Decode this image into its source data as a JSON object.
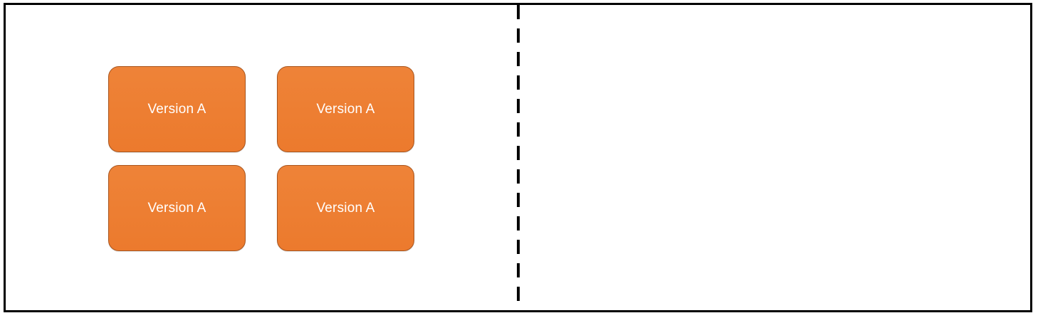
{
  "canvas": {
    "description": "slide canvas split by a vertical dashed divider; left half contains a 2x2 grid of orange rounded-rectangle shapes, right half is empty"
  },
  "theme": {
    "canvas_bg": "#ffffff",
    "frame_border": "#000000",
    "divider_color": "#000000",
    "box_fill": "#EC7A2D",
    "box_fill_light": "#EE8338",
    "box_border": "#A8551E",
    "box_text": "#ffffff"
  },
  "boxes": [
    {
      "label": "Version A"
    },
    {
      "label": "Version A"
    },
    {
      "label": "Version A"
    },
    {
      "label": "Version A"
    }
  ]
}
